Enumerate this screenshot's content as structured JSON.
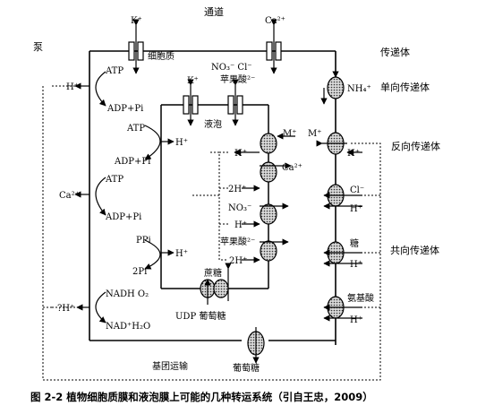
{
  "labels": {
    "channel_heading": "通道",
    "pump_heading": "泵",
    "transporter_heading": "传递体",
    "uniporter": "单向传递体",
    "antiporter": "反向传递体",
    "symporter": "共向传递体",
    "cytoplasm": "细胞质",
    "vacuole": "液泡",
    "group_translocation": "基团运输",
    "caption": "图 2-2 植物细胞质膜和液泡膜上可能的几种转运系统（引自王忠，2009）"
  },
  "ions": {
    "k_top": "K⁺",
    "ca_top": "Ca²⁺",
    "no3_cl": "NO₃⁻ Cl⁻",
    "malate_top": "苹果酸²⁻",
    "k_vac": "K⁺",
    "h_pump_pm": "H⁺",
    "ca_pump": "Ca²⁺",
    "h_nadh": "?H⁺",
    "nh4": "NH₄⁺",
    "m_plus_pm": "M⁺",
    "h_anti_pm": "H⁺",
    "cl_pm": "Cl⁻",
    "h_cl_pm": "H⁺",
    "sugar_pm": "糖",
    "h_sugar_pm": "H⁺",
    "aa_pm": "氨基酸",
    "h_aa_pm": "H⁺",
    "h_atp_vac": "H⁺",
    "h_ppi_vac": "H⁺",
    "m_plus_vac": "M⁺",
    "h_vac1": "H⁺",
    "ca_vac": "Ca²⁺",
    "h_vac2": "2H⁺",
    "no3_vac": "NO₃⁻",
    "h_vac3": "H⁺",
    "malate_vac": "苹果酸²⁻",
    "h_vac4": "2H⁺",
    "sucrose": "蔗糖",
    "udp_glucose": "UDP 葡萄糖",
    "glucose": "葡萄糖"
  },
  "reactions": {
    "atp1": "ATP",
    "adp1": "ADP+Pi",
    "atp2": "ATP",
    "adp2": "ADP+Pi",
    "atp3": "ATP",
    "adp3": "ADP+Pi",
    "ppi": "PPi",
    "pi2": "2Pi",
    "nadh": "NADH O₂",
    "nad": "NAD⁺H₂O"
  }
}
